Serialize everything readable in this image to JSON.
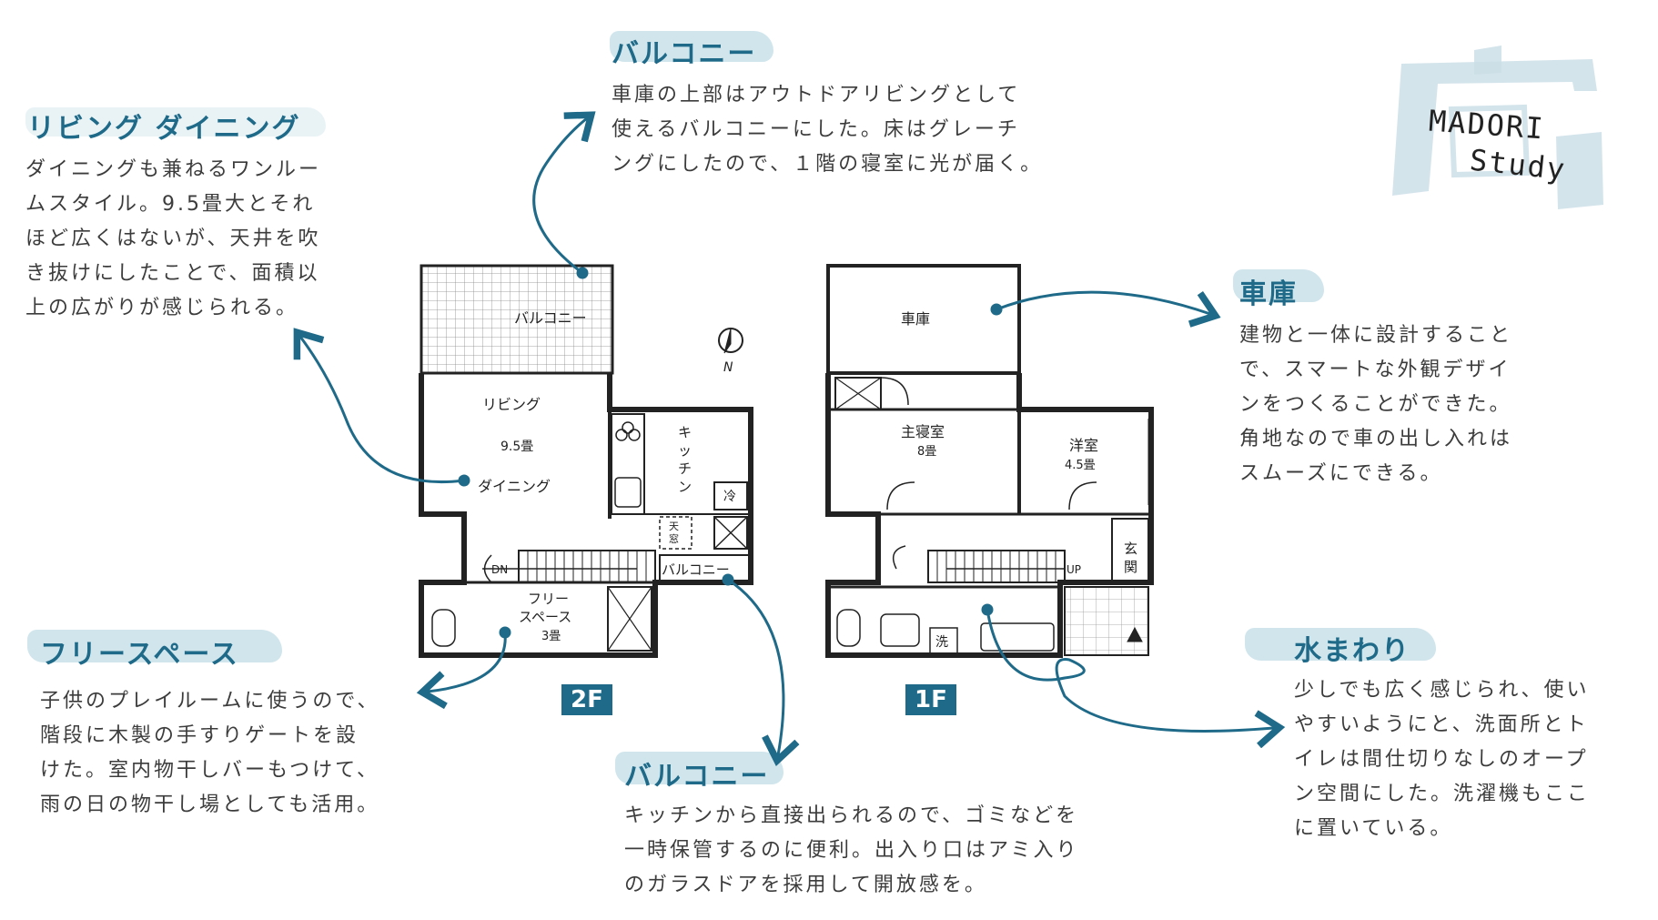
{
  "logo": {
    "line1": "MADORI",
    "line2": "Study"
  },
  "annotations": {
    "living": {
      "title": "リビング ダイニング",
      "lines": [
        "ダイニングも兼ねるワンルー",
        "ムスタイル。9.5畳大とそれ",
        "ほど広くはないが、天井を吹",
        "き抜けにしたことで、面積以",
        "上の広がりが感じられる。"
      ]
    },
    "balcony_top": {
      "title": "バルコニー",
      "lines": [
        "車庫の上部はアウトドアリビングとして",
        "使えるバルコニーにした。床はグレーチ",
        "ングにしたので、１階の寝室に光が届く。"
      ]
    },
    "garage": {
      "title": "車庫",
      "lines": [
        "建物と一体に設計すること",
        "で、スマートな外観デザイ",
        "ンをつくることができた。",
        "角地なので車の出し入れは",
        "スムーズにできる。"
      ]
    },
    "free_space": {
      "title": "フリースペース",
      "lines": [
        "子供のプレイルームに使うので、",
        "階段に木製の手すりゲートを設",
        "けた。室内物干しバーもつけて、",
        "雨の日の物干し場としても活用。"
      ]
    },
    "balcony_bottom": {
      "title": "バルコニー",
      "lines": [
        "キッチンから直接出られるので、ゴミなどを",
        "一時保管するのに便利。出入り口はアミ入り",
        "のガラスドアを採用して開放感を。"
      ]
    },
    "water": {
      "title": "水まわり",
      "lines": [
        "少しでも広く感じられ、使い",
        "やすいようにと、洗面所とト",
        "イレは間仕切りなしのオープ",
        "ン空間にした。洗濯機もここ",
        "に置いている。"
      ]
    }
  },
  "plan_2f": {
    "floor_label": "2F",
    "balcony": "バルコニー",
    "living": "リビング",
    "living_size": "9.5畳",
    "dining": "ダイニング",
    "kitchen": [
      "キ",
      "ッ",
      "チ",
      "ン"
    ],
    "fridge": "冷",
    "storage": [
      "天",
      "窓"
    ],
    "small_balcony": "バルコニー",
    "free_space_1": "フリー",
    "free_space_2": "スペース",
    "free_space_size": "3畳",
    "stair_dn": "DN",
    "compass": "N"
  },
  "plan_1f": {
    "floor_label": "1F",
    "garage": "車庫",
    "master": "主寝室",
    "master_size": "8畳",
    "western": "洋室",
    "western_size": "4.5畳",
    "entrance": [
      "玄",
      "関"
    ],
    "stair_up": "UP",
    "washer": "洗"
  }
}
